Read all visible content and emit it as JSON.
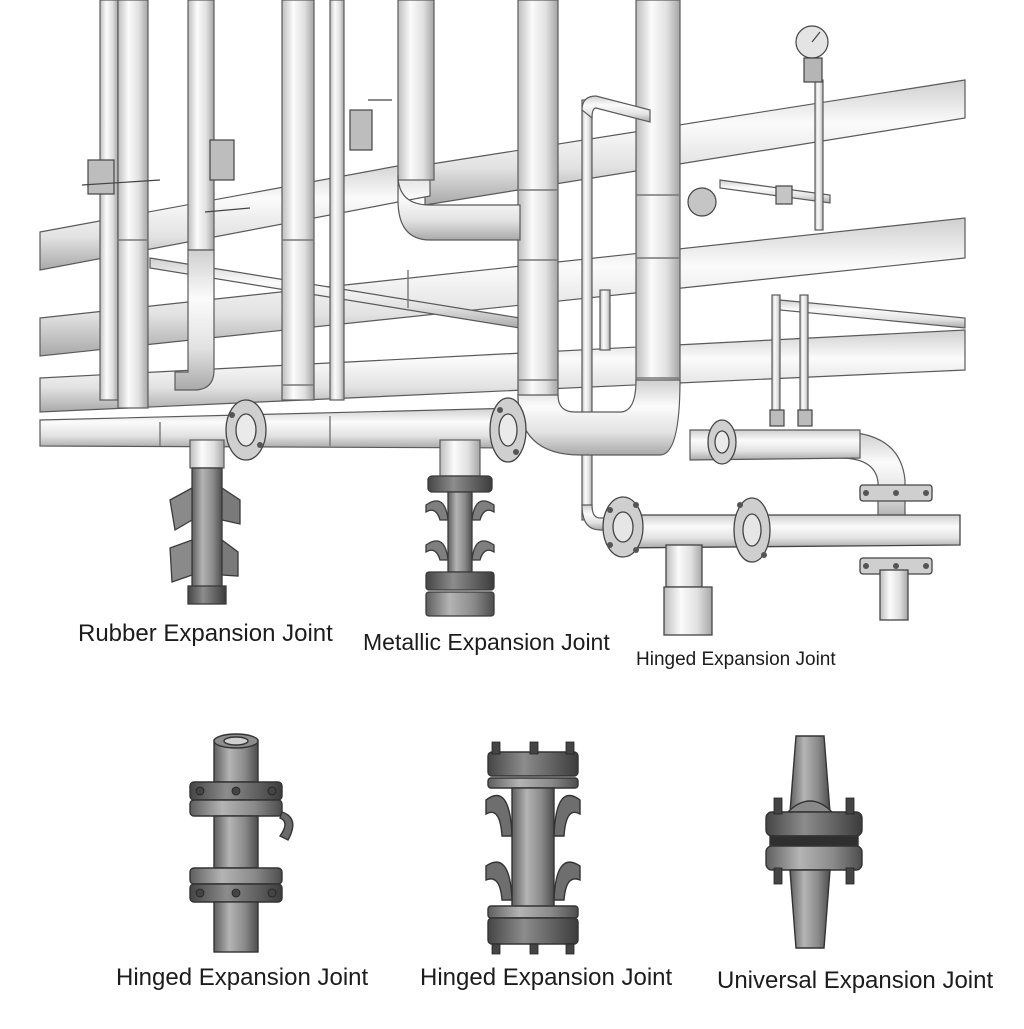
{
  "diagram": {
    "labels": [
      "Rubber Expansion Joint",
      "Metallic Expansion Joint",
      "Hinged Expansion Joint",
      "Hinged Expansion Joint",
      "Hinged Expansion Joint",
      "Universal Expansion Joint"
    ]
  },
  "colors": {
    "pipe_fill": "#e9e9e9",
    "pipe_highlight": "#fafafa",
    "pipe_shadow": "#b9b9b9",
    "outline": "#555555",
    "joint_metal": "#8f8f8f",
    "joint_dark": "#4a4a4a"
  }
}
